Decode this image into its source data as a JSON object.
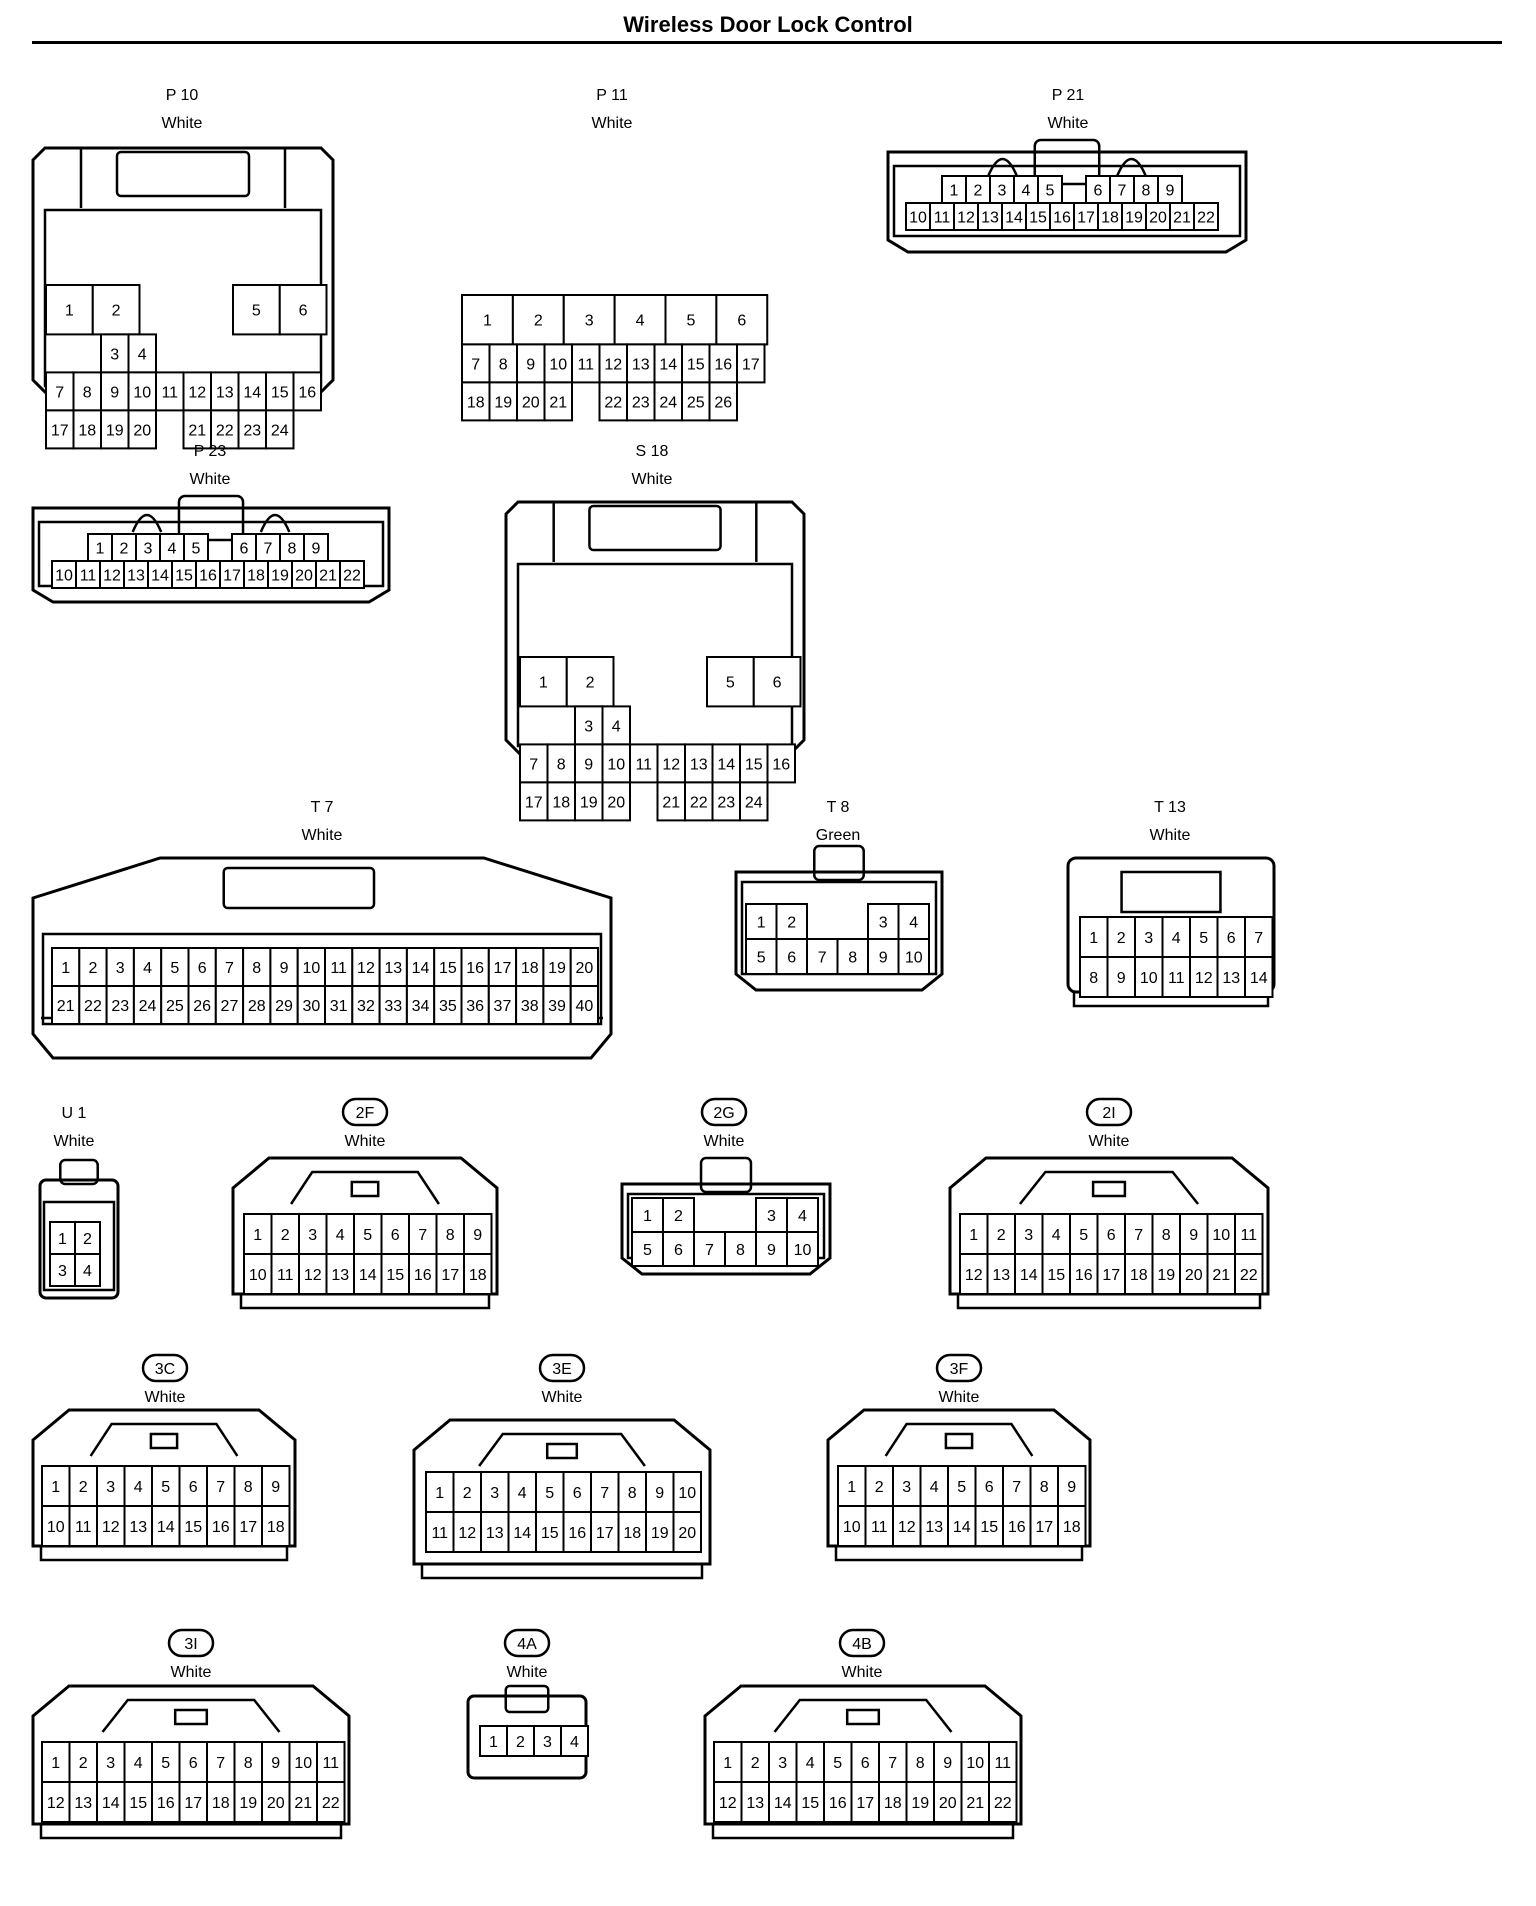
{
  "page": {
    "title": "Wireless Door Lock Control"
  },
  "connectors": [
    {
      "id": "P 10",
      "color": "White",
      "pill": false,
      "rows": [
        [
          "1",
          "2",
          "",
          "",
          "5",
          "6"
        ],
        [
          "",
          "",
          "3",
          "4",
          "",
          ""
        ],
        [
          "7",
          "8",
          "9",
          "10",
          "11",
          "12",
          "13",
          "14",
          "15",
          "16"
        ],
        [
          "17",
          "18",
          "19",
          "20",
          "",
          "21",
          "22",
          "23",
          "24"
        ]
      ]
    },
    {
      "id": "P 11",
      "color": "White",
      "pill": false,
      "rows": [
        [
          "1",
          "2",
          "3",
          "4",
          "5",
          "6"
        ],
        [
          "7",
          "8",
          "9",
          "10",
          "11",
          "12",
          "13",
          "14",
          "15",
          "16",
          "17"
        ],
        [
          "18",
          "19",
          "20",
          "21",
          "",
          "22",
          "23",
          "24",
          "25",
          "26"
        ]
      ]
    },
    {
      "id": "P 21",
      "color": "White",
      "pill": false,
      "rows": [
        [
          "1",
          "2",
          "3",
          "4",
          "5",
          "",
          "6",
          "7",
          "8",
          "9"
        ],
        [
          "10",
          "11",
          "12",
          "13",
          "14",
          "15",
          "16",
          "17",
          "18",
          "19",
          "20",
          "21",
          "22"
        ]
      ]
    },
    {
      "id": "P 23",
      "color": "White",
      "pill": false,
      "rows": [
        [
          "1",
          "2",
          "3",
          "4",
          "5",
          "",
          "6",
          "7",
          "8",
          "9"
        ],
        [
          "10",
          "11",
          "12",
          "13",
          "14",
          "15",
          "16",
          "17",
          "18",
          "19",
          "20",
          "21",
          "22"
        ]
      ]
    },
    {
      "id": "S 18",
      "color": "White",
      "pill": false,
      "rows": [
        [
          "1",
          "2",
          "",
          "",
          "5",
          "6"
        ],
        [
          "",
          "",
          "3",
          "4",
          "",
          ""
        ],
        [
          "7",
          "8",
          "9",
          "10",
          "11",
          "12",
          "13",
          "14",
          "15",
          "16"
        ],
        [
          "17",
          "18",
          "19",
          "20",
          "",
          "21",
          "22",
          "23",
          "24"
        ]
      ]
    },
    {
      "id": "T 7",
      "color": "White",
      "pill": false,
      "rows": [
        [
          "1",
          "2",
          "3",
          "4",
          "5",
          "6",
          "7",
          "8",
          "9",
          "10",
          "11",
          "12",
          "13",
          "14",
          "15",
          "16",
          "17",
          "18",
          "19",
          "20"
        ],
        [
          "21",
          "22",
          "23",
          "24",
          "25",
          "26",
          "27",
          "28",
          "29",
          "30",
          "31",
          "32",
          "33",
          "34",
          "35",
          "36",
          "37",
          "38",
          "39",
          "40"
        ]
      ]
    },
    {
      "id": "T 8",
      "color": "Green",
      "pill": false,
      "rows": [
        [
          "1",
          "2",
          "",
          "",
          "3",
          "4"
        ],
        [
          "5",
          "6",
          "7",
          "8",
          "9",
          "10"
        ]
      ]
    },
    {
      "id": "T 13",
      "color": "White",
      "pill": false,
      "rows": [
        [
          "1",
          "2",
          "3",
          "4",
          "5",
          "6",
          "7"
        ],
        [
          "8",
          "9",
          "10",
          "11",
          "12",
          "13",
          "14"
        ]
      ]
    },
    {
      "id": "U 1",
      "color": "White",
      "pill": false,
      "rows": [
        [
          "1",
          "2"
        ],
        [
          "3",
          "4"
        ]
      ]
    },
    {
      "id": "2F",
      "color": "White",
      "pill": true,
      "rows": [
        [
          "1",
          "2",
          "3",
          "4",
          "5",
          "6",
          "7",
          "8",
          "9"
        ],
        [
          "10",
          "11",
          "12",
          "13",
          "14",
          "15",
          "16",
          "17",
          "18"
        ]
      ]
    },
    {
      "id": "2G",
      "color": "White",
      "pill": true,
      "rows": [
        [
          "1",
          "2",
          "",
          "",
          "3",
          "4"
        ],
        [
          "5",
          "6",
          "7",
          "8",
          "9",
          "10"
        ]
      ]
    },
    {
      "id": "2I",
      "color": "White",
      "pill": true,
      "rows": [
        [
          "1",
          "2",
          "3",
          "4",
          "5",
          "6",
          "7",
          "8",
          "9",
          "10",
          "11"
        ],
        [
          "12",
          "13",
          "14",
          "15",
          "16",
          "17",
          "18",
          "19",
          "20",
          "21",
          "22"
        ]
      ]
    },
    {
      "id": "3C",
      "color": "White",
      "pill": true,
      "rows": [
        [
          "1",
          "2",
          "3",
          "4",
          "5",
          "6",
          "7",
          "8",
          "9"
        ],
        [
          "10",
          "11",
          "12",
          "13",
          "14",
          "15",
          "16",
          "17",
          "18"
        ]
      ]
    },
    {
      "id": "3E",
      "color": "White",
      "pill": true,
      "rows": [
        [
          "1",
          "2",
          "3",
          "4",
          "5",
          "6",
          "7",
          "8",
          "9",
          "10"
        ],
        [
          "11",
          "12",
          "13",
          "14",
          "15",
          "16",
          "17",
          "18",
          "19",
          "20"
        ]
      ]
    },
    {
      "id": "3F",
      "color": "White",
      "pill": true,
      "rows": [
        [
          "1",
          "2",
          "3",
          "4",
          "5",
          "6",
          "7",
          "8",
          "9"
        ],
        [
          "10",
          "11",
          "12",
          "13",
          "14",
          "15",
          "16",
          "17",
          "18"
        ]
      ]
    },
    {
      "id": "3I",
      "color": "White",
      "pill": true,
      "rows": [
        [
          "1",
          "2",
          "3",
          "4",
          "5",
          "6",
          "7",
          "8",
          "9",
          "10",
          "11"
        ],
        [
          "12",
          "13",
          "14",
          "15",
          "16",
          "17",
          "18",
          "19",
          "20",
          "21",
          "22"
        ]
      ]
    },
    {
      "id": "4A",
      "color": "White",
      "pill": true,
      "rows": [
        [
          "1",
          "2",
          "3",
          "4"
        ]
      ]
    },
    {
      "id": "4B",
      "color": "White",
      "pill": true,
      "rows": [
        [
          "1",
          "2",
          "3",
          "4",
          "5",
          "6",
          "7",
          "8",
          "9",
          "10",
          "11"
        ],
        [
          "12",
          "13",
          "14",
          "15",
          "16",
          "17",
          "18",
          "19",
          "20",
          "21",
          "22"
        ]
      ]
    }
  ]
}
